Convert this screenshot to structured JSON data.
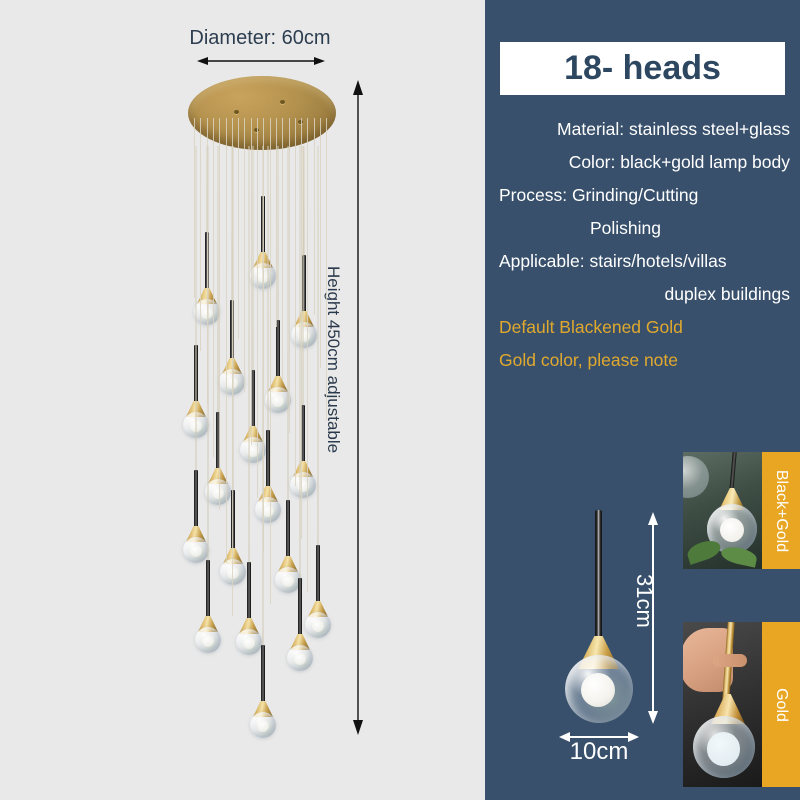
{
  "left_diagram": {
    "diameter_label": "Diameter: 60cm",
    "height_label": "Height 450cm adjustable",
    "canopy_shape": "round-gold-plate",
    "pendant_count": 18,
    "background_color": "#e9e9e9"
  },
  "right_panel": {
    "background_color": "#38506b",
    "heads_badge": "18- heads",
    "specs": [
      {
        "text": "Material: stainless steel+glass",
        "align": "right",
        "style": "white"
      },
      {
        "text": "Color: black+gold lamp body",
        "align": "right",
        "style": "white"
      },
      {
        "text": "Process: Grinding/Cutting",
        "align": "left",
        "style": "white"
      },
      {
        "text": "Polishing",
        "align": "center",
        "style": "white"
      },
      {
        "text": "Applicable: stairs/hotels/villas",
        "align": "left",
        "style": "white"
      },
      {
        "text": "duplex buildings",
        "align": "right",
        "style": "white"
      },
      {
        "text": "Default Blackened Gold",
        "align": "left",
        "style": "gold"
      },
      {
        "text": "Gold color, please note",
        "align": "left",
        "style": "gold"
      }
    ],
    "accent_gold": "#e0a92e",
    "strip_gold": "#e8a622"
  },
  "single_pendant": {
    "height_text": "31cm",
    "width_text": "10cm"
  },
  "color_options": [
    {
      "label": "Black+Gold"
    },
    {
      "label": "Gold"
    }
  ]
}
